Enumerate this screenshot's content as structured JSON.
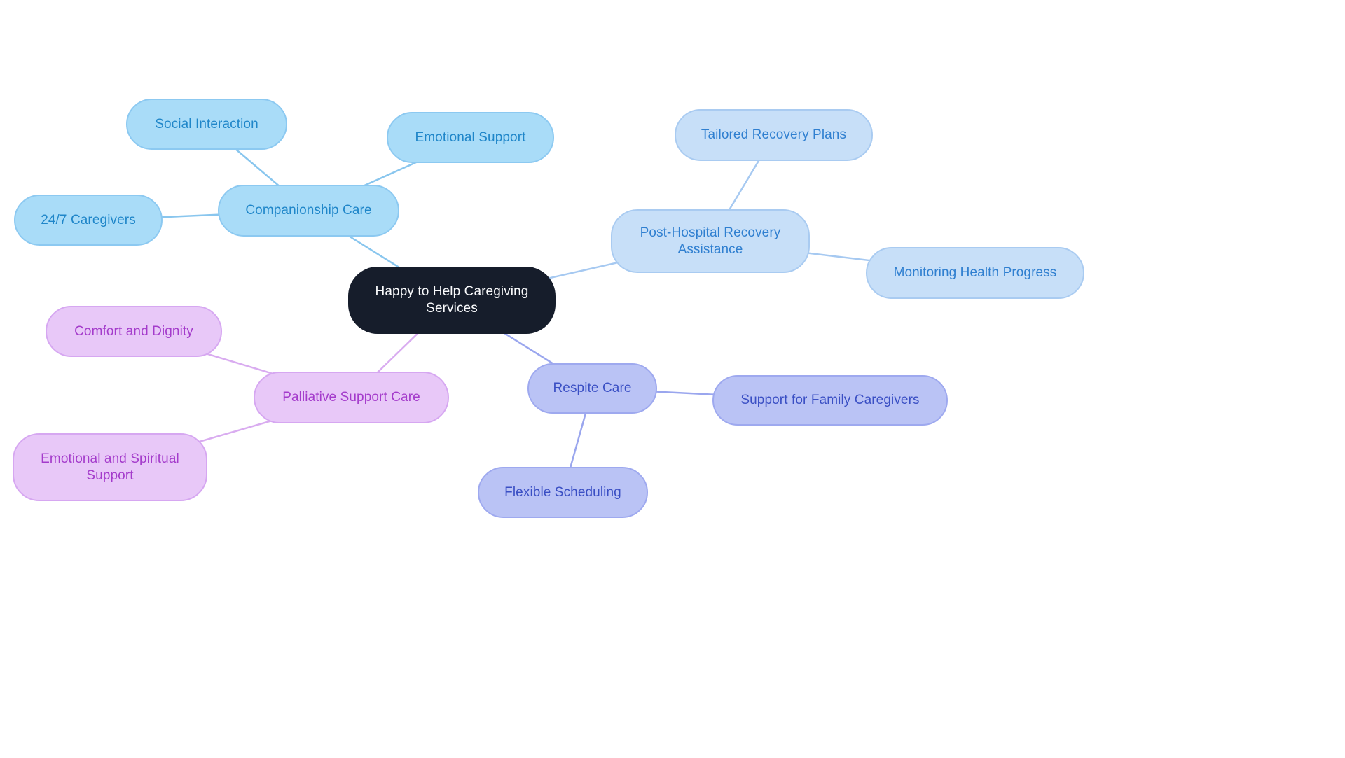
{
  "diagram": {
    "type": "mindmap",
    "root": {
      "label": "Happy to Help Caregiving Services",
      "bg_color": "#161D2B",
      "text_color": "#FAFBFD"
    },
    "branches": [
      {
        "label": "Companionship Care",
        "fill": "#A9DCF8",
        "border": "#8CC9F1",
        "text_color": "#1F86C9",
        "edge_color": "#89C6EE",
        "children": [
          {
            "label": "Social Interaction"
          },
          {
            "label": "Emotional Support"
          },
          {
            "label": "24/7 Caregivers"
          }
        ]
      },
      {
        "label": "Post-Hospital Recovery Assistance",
        "fill": "#C7DFF8",
        "border": "#A9CBF1",
        "text_color": "#2F7FD0",
        "edge_color": "#A6C9F1",
        "children": [
          {
            "label": "Tailored Recovery Plans"
          },
          {
            "label": "Monitoring Health Progress"
          }
        ]
      },
      {
        "label": "Respite Care",
        "fill": "#BAC3F5",
        "border": "#9EA9EF",
        "text_color": "#3A4FC4",
        "edge_color": "#9AA6EE",
        "children": [
          {
            "label": "Support for Family Caregivers"
          },
          {
            "label": "Flexible Scheduling"
          }
        ]
      },
      {
        "label": "Palliative Support Care",
        "fill": "#E8C8F8",
        "border": "#D6A7F1",
        "text_color": "#A43BCB",
        "edge_color": "#D9ACF0",
        "children": [
          {
            "label": "Comfort and Dignity"
          },
          {
            "label": "Emotional and Spiritual Support"
          }
        ]
      }
    ]
  }
}
